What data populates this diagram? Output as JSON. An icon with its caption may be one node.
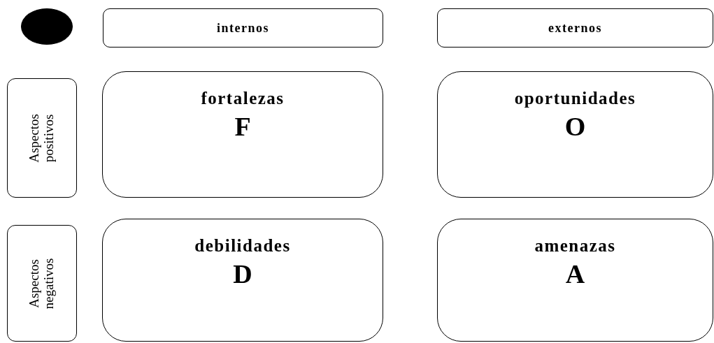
{
  "diagram": {
    "nodes": [
      {
        "text": [],
        "shape": "circle"
      },
      {
        "text": [
          "internos"
        ]
      },
      {
        "text": [
          "externos"
        ]
      },
      {
        "text": [
          "Aspectos positivos"
        ]
      },
      {
        "text": [
          "fortalezas",
          "F"
        ]
      },
      {
        "text": [
          "oportunidades",
          "O"
        ]
      },
      {
        "text": [
          "Aspectos negativos"
        ]
      },
      {
        "text": [
          "debilidades",
          "D"
        ]
      },
      {
        "text": [
          "amenazas",
          "A"
        ]
      }
    ]
  }
}
